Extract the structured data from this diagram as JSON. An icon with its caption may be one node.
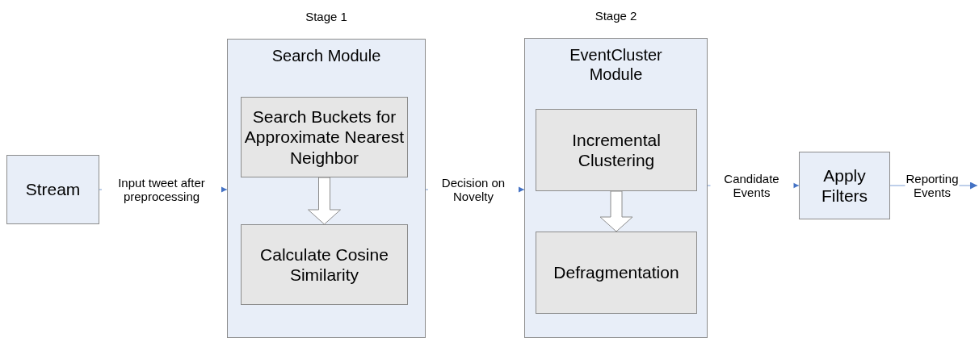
{
  "diagram": {
    "nodes": [
      {
        "text": [
          "Stream"
        ]
      },
      {
        "text": [
          "Search Module"
        ],
        "beside": [
          "Stage 1"
        ]
      },
      {
        "text": [
          "Search Buckets for Approximate Nearest Neighbor"
        ],
        "in": 1
      },
      {
        "text": [
          "Calculate Cosine Similarity"
        ],
        "in": 1
      },
      {
        "text": [
          "EventCluster Module"
        ],
        "beside": [
          "Stage 2"
        ]
      },
      {
        "text": [
          "Incremental Clustering"
        ],
        "in": 4
      },
      {
        "text": [
          "Defragmentation"
        ],
        "in": 4
      },
      {
        "text": [
          "Apply Filters"
        ]
      }
    ],
    "edges": [
      {
        "from": 0,
        "to": 1,
        "arrow": "to",
        "label": "Input tweet after preprocessing"
      },
      {
        "from": 2,
        "to": 3,
        "arrow": "to",
        "style": "thick"
      },
      {
        "from": 1,
        "to": 4,
        "arrow": "to",
        "label": "Decision on Novelty"
      },
      {
        "from": 5,
        "to": 6,
        "arrow": "to",
        "style": "thick"
      },
      {
        "from": 4,
        "to": 7,
        "arrow": "to",
        "label": "Candidate Events"
      },
      {
        "from": 7,
        "to": null,
        "arrow": "to",
        "label": "Reporting Events"
      }
    ]
  }
}
